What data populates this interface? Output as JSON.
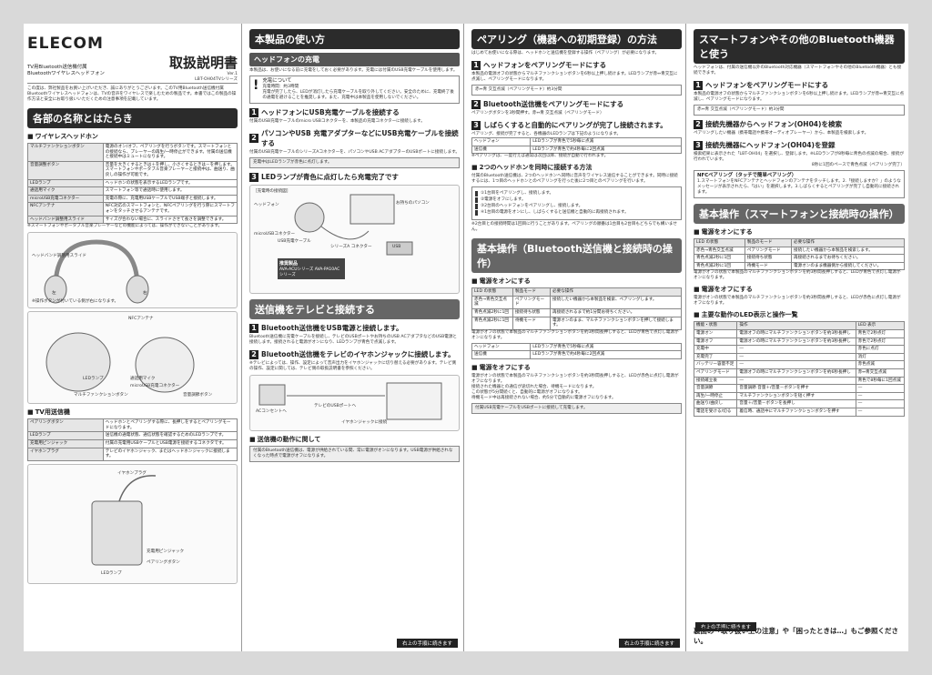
{
  "header": {
    "logo": "ELECOM",
    "product_line1": "TV用Bluetooth送信機付属",
    "product_line2": "Bluetoothワイヤレスヘッドフォン",
    "title": "取扱説明書",
    "version": "Ver.1",
    "model": "LBT-OH04TVシリーズ",
    "intro": "この度は、弊社製品をお買い上げいただき、誠にありがとうございます。このTV用Bluetooth送信機付属Bluetoothワイヤレスヘッドフォンは、TVの音声をワイヤレスで楽しむための製品です。本書ではこの製品の操作方法と安全にお取り扱いいただくための注意事項を記載しています。"
  },
  "col1": {
    "banner": "各部の名称とはたらき",
    "headphone_sec": "ワイヤレスヘッドホン",
    "parts": [
      {
        "name": "マルチファンクションボタン",
        "desc": "電源のオン/オフ、ペアリングを行うボタンです。スマートフォンとの接続なら、プレーヤーの再生/一時停止ができます。付属の送信機と接続中はミュートになります。"
      },
      {
        "name": "音量調整ボタン",
        "desc": "音量を大きくするときは＋を押し、小さくするときは－を押します。スマートフォンやポータブル音楽プレーヤーと接続中は、曲送り、曲戻しの操作が可能です。"
      },
      {
        "name": "LEDランプ",
        "desc": "ヘッドホンの状態を表示するLEDランプです。"
      },
      {
        "name": "通話用マイク",
        "desc": "スマートフォン等で通話時に使用します。"
      },
      {
        "name": "microUSB充電コネクター",
        "desc": "充電の際に、充電用USBケーブルでUSB端子と接続します。"
      },
      {
        "name": "NFCアンテナ",
        "desc": "NFC対応のスマートフォンと、NFCペアリングを行う際にスマートフォンをタッチさせるアンテナです。"
      },
      {
        "name": "ヘッドバンド調整用スライド",
        "desc": "サイズが合わない場合に、スライドさせて長さを調整できます。"
      }
    ],
    "parts_note": "※スマートフォンやポータブル音楽プレーヤーなどの機能によっては、操作ができないことがあります。",
    "fig1_labels": {
      "slide": "ヘッドバンド調整用スライド",
      "left": "左",
      "right": "右",
      "note": "※操作ボタンが付いている側が右になります。"
    },
    "fig2_labels": {
      "nfc": "NFCアンテナ",
      "led": "LEDランプ",
      "multi": "マルチファンクションボタン",
      "mic": "通話用マイク",
      "usb": "microUSB充電コネクター",
      "vol": "音量調節ボタン"
    },
    "tv_sec": "TV用送信機",
    "tv_parts": [
      {
        "name": "ペアリングボタン",
        "desc": "ヘッドホンとペアリングする際に、長押しをするとペアリングモードになります。"
      },
      {
        "name": "LEDランプ",
        "desc": "送信機の通電状態、通信状態を確認するためのLEDランプです。"
      },
      {
        "name": "充電用ピンジャック",
        "desc": "付属の充電用USBケーブルとUSB電源を接続するコネクタです。"
      },
      {
        "name": "イヤホンプラグ",
        "desc": "テレビのイヤホンジャック、またはヘッドホンジャックに接続します。"
      }
    ],
    "fig3_labels": {
      "plug": "イヤホンプラグ",
      "jack": "充電用ピンジャック",
      "pair": "ペアリングボタン",
      "led": "LEDランプ"
    }
  },
  "col2": {
    "banner": "本製品の使い方",
    "charge_banner": "ヘッドフォンの充電",
    "charge_intro": "本製品は、お使いになる前に充電をしておく必要があります。充電には付属のUSB充電ケーブルを使用します。",
    "caution_title": "充電について",
    "caution_time": "充電時間：約3時間",
    "caution_text": "充電が完了したら、LEDが消灯したら充電ケーブルを取り外してください。安全のために、充電終了後の通電を避けることを推奨します。また、充電中は本製品を使用しないでください。",
    "steps": [
      {
        "num": "1",
        "title": "ヘッドフォンにUSB充電ケーブルを接続する",
        "desc": "付属のUSB充電ケーブルのmicro USBコネクターを、本製品の充電コネクターに接続します。"
      },
      {
        "num": "2",
        "title": "パソコンやUSB 充電アダプターなどにUSB充電ケーブルを接続する",
        "desc": "付属のUSB充電ケーブルのシリーズAコネクターを、パソコンやUSB ACアダプターのUSBポートに接続します。",
        "note": "充電中はLEDランプが赤色に点灯します。"
      },
      {
        "num": "3",
        "title": "LEDランプが青色に点灯したら充電完了です",
        "desc": ""
      }
    ],
    "diagram": {
      "label": "［充電時の接続図］",
      "headphone": "ヘッドフォン",
      "cable": "microUSBコネクター",
      "pc": "お持ちのパソコン",
      "usb": "USB充電ケーブル",
      "seriesA": "シリーズA コネクター",
      "usbport": "USB",
      "adapter_title": "推奨製品",
      "adapter_text": "AVA-ACUシリーズ AVA-PA10ACシリーズ"
    },
    "tv_banner": "送信機をテレビと接続する",
    "tv_steps": [
      {
        "num": "1",
        "title": "Bluetooth送信機をUSB電源と接続します。",
        "desc": "Bluetooth送信機に充電ケーブルを接続し、テレビのUSBポートやお持ちのUSB ACアダプタなどのUSB電源と接続します。接続されると電源がオンになり、LEDランプが青色で点滅します。"
      },
      {
        "num": "2",
        "title": "Bluetooth送信機をテレビのイヤホンジャックに接続します。",
        "desc": "※テレビによっては、操作、設定によって音声出力をイヤホンジャックに切り替える必要があります。テレビ側の操作、設定に関しては、テレビ側の取扱説明書を参照ください。"
      }
    ],
    "tv_labels": {
      "ac": "ACコンセントへ",
      "usbport": "テレビのUSBポートへ",
      "earjack": "イヤホンジャックに接続"
    },
    "tv_op_sec": "送信機の動作に関して",
    "tv_op_text": "付属のBluetooth送信機は、電源が供給されている間、常に電源がオンになります。USB電源が供給されなくなった時点で電源がオフになります。",
    "page_next": "右上の手順に続きます"
  },
  "col3": {
    "banner": "ペアリング（機器への初期登録）の方法",
    "intro": "はじめてお使いになる際は、ヘッドホンと送信機を登録する操作（ペアリング）が必要になります。",
    "steps": [
      {
        "num": "1",
        "title": "ヘッドフォンをペアリングモードにする",
        "desc": "本製品の電源オフの状態からマルチファンクションボタンを6秒以上押し続けます。LEDランプが赤↔青交互に点滅し、ペアリングモードになります。",
        "led": "赤↔青 交互点滅（ペアリングモード）約3分間"
      },
      {
        "num": "2",
        "title": "Bluetooth送信機をペアリングモードにする",
        "desc": "ペアリングボタンを3秒間押す。赤↔青 交互点滅（ペアリングモード）"
      },
      {
        "num": "3",
        "title": "しばらくすると自動的にペアリングが完了し接続されます。",
        "desc": "ペアリング、接続が完了すると、各機器のLEDランプは下記のようになります。"
      }
    ],
    "table": [
      [
        "ヘッドフォン",
        "LEDランプが青色で5秒毎に点滅"
      ],
      [
        "送信機",
        "LEDランプが青色で約4秒毎に2回点滅"
      ]
    ],
    "table_note": "※ペアリングは、一度行えば通常は次回以降、接続が自動で行われます。",
    "two_sec": "2つのヘッドホンを同時に接続する方法",
    "two_text": "付属のBluetooth送信機は、2つのヘッドホンへ同時に音声をワイヤレス送信することができます。同時に接続するには、1つ目のヘッドホンとのペアリングを行った後に2つ目とのペアリングを行います。",
    "flow": [
      "①1台目をペアリングし、接続します。",
      "②電源をオフにします。",
      "③2台目のヘッドフォンをペアリングし、接続します。",
      "④1台目の電源をオンにし、しばらくすると送信機と自動的に再接続されます。"
    ],
    "flow_note": "※2台目との接続時間は1回目に行うことがあります。ペアリングの順番は1台目も2台目もどちらでも構いません。",
    "basic_banner": "基本操作（Bluetooth送信機と接続時の操作）",
    "power_sec": "電源をオンにする",
    "power_table_head": [
      "LED の状態",
      "製品モード",
      "必要な操作"
    ],
    "power_table": [
      [
        "赤色→青色交互点滅",
        "ペアリングモード",
        "接続したい機器から本製品を検索、ペアリングします。"
      ],
      [
        "青色点滅2秒に1回",
        "接続待ち状態",
        "再接続されるまで約1分間お待ちください。"
      ],
      [
        "青色点滅2秒に1回",
        "待機モード",
        "電源オンのまま、マルチファンクションボタンを押して接続します。"
      ]
    ],
    "power_text": "電源がオフの状態で本製品のマルチファンクションボタンを約3秒間長押しすると、LEDが青色で点灯し電源がオンになります。",
    "power_table2": [
      [
        "ヘッドフォン",
        "LEDランプが青色で5秒毎に点滅"
      ],
      [
        "送信機",
        "LEDランプが青色で約4秒毎に2回点滅"
      ]
    ],
    "off_sec": "電源をオフにする",
    "off_text": "電源がオンの状態で本製品のマルチファンクションボタンを約3秒間長押しすると、LEDが赤色に点灯し電源がオフになります。",
    "off_notes": [
      "接続された機器との通信が途切れた場合、待機モードになります。",
      "この状態が5分間続くと、自動的に電源がオフになります。",
      "待機モード中は再接続されない場合、約5分で自動的に電源オフになります。"
    ],
    "off_box": "付属USB充電ケーブルをUSBポートに接続して充電します。",
    "page_next": "右上の手順に続きます"
  },
  "col4": {
    "banner": "スマートフォンやその他のBluetooth機器と使う",
    "intro": "ヘッドフォンは、付属の送信機以外のBluetooth対応機器（スマートフォンやその他のBluetooth機器）とも接続できます。",
    "steps": [
      {
        "num": "1",
        "title": "ヘッドフォンをペアリングモードにする",
        "desc": "本製品の電源オフの状態からマルチファンクションボタンを6秒以上押し続けます。LEDランプが赤↔青交互に点滅し、ペアリングモードになります。",
        "led": "赤↔青 交互点滅（ペアリングモード）約3分間"
      },
      {
        "num": "2",
        "title": "接続先機器からヘッドフォン(OH04)を検索",
        "desc": "ペアリングしたい機器（携帯電話や携帯オーディオプレーヤー）から、本製品を検索します。"
      },
      {
        "num": "3",
        "title": "接続先機器にヘッドフォン(OH04)を登録",
        "desc": "検索結果に表示された「LBT-OH04」を選択し、登録します。※LEDランプが8秒毎に青色の点滅の場合、接続が行われています。"
      }
    ],
    "led_caption": "8秒に1回のペースで青色点滅（ペアリング完了）",
    "nfc_title": "NFCペアリング（タッチで簡単ペアリング）",
    "nfc_text": "1.スマートフォンをNFCアンテナとヘッドフォンのアンテナをタッチします。2.「接続しますか？」のようなメッセージが表示されたら、「はい」を選択します。3.しばらくするとペアリングが完了し自動的に接続されます。",
    "basic_banner": "基本操作（スマートフォンと接続時の操作）",
    "power_sec": "電源をオンにする",
    "power_table_head": [
      "LED の状態",
      "製品のモード",
      "必要な操作"
    ],
    "power_table": [
      [
        "赤色→青色交互点滅",
        "ペアリングモード",
        "接続したい機器から本製品を検索します。"
      ],
      [
        "青色点滅2秒に1回",
        "接続待ち状態",
        "再接続されるまでお待ちください。"
      ],
      [
        "青色点滅2秒に1回",
        "待機モード",
        "電源オンのまま機器側から接続してください。"
      ]
    ],
    "power_text": "電源がオフの状態で本製品のマルチファンクションボタンを約3秒間長押しすると、LEDが青色で点灯し電源がオンになります。",
    "off_sec": "電源をオフにする",
    "off_text": "電源がオンの状態で本製品のマルチファンクションボタンを約3秒間長押しすると、LEDが赤色に点灯し電源がオフになります。",
    "ops_sec": "主要な動作のLED表示と操作一覧",
    "ops_head": [
      "機能・状態",
      "操作",
      "LED 表示"
    ],
    "ops": [
      [
        "電源オン",
        "電源オフの時にマルチファンクションボタンを約3秒長押し",
        "青色で2秒点灯"
      ],
      [
        "電源オフ",
        "電源オンの時にマルチファンクションボタンを約3秒長押し",
        "赤色で2秒点灯"
      ],
      [
        "充電中",
        "―",
        "赤色に点灯"
      ],
      [
        "充電完了",
        "―",
        "消灯"
      ],
      [
        "バッテリー容量不足",
        "―",
        "赤色点滅"
      ],
      [
        "ペアリングモード",
        "電源オフの時にマルチファンクションボタンを約6秒長押し",
        "赤↔青交互点滅"
      ],
      [
        "接続確立後",
        "―",
        "青色で8秒毎に1回点滅"
      ],
      [
        "音量調節",
        "音量調節 音量＋/音量－ボタンを押す",
        "―"
      ],
      [
        "再生/一時停止",
        "マルチファンクションボタンを短く押す",
        "―"
      ],
      [
        "曲送り/曲戻し",
        "音量＋/音量－ボタンを長押し",
        "―"
      ],
      [
        "電話を受ける/切る",
        "着信時、通話中にマルチファンクションボタンを押す",
        "―"
      ]
    ],
    "footer": "裏面の「取り扱い上の注意」や「困ったときは…」もご参照ください。",
    "page_next": "右上の手順に続きます"
  }
}
